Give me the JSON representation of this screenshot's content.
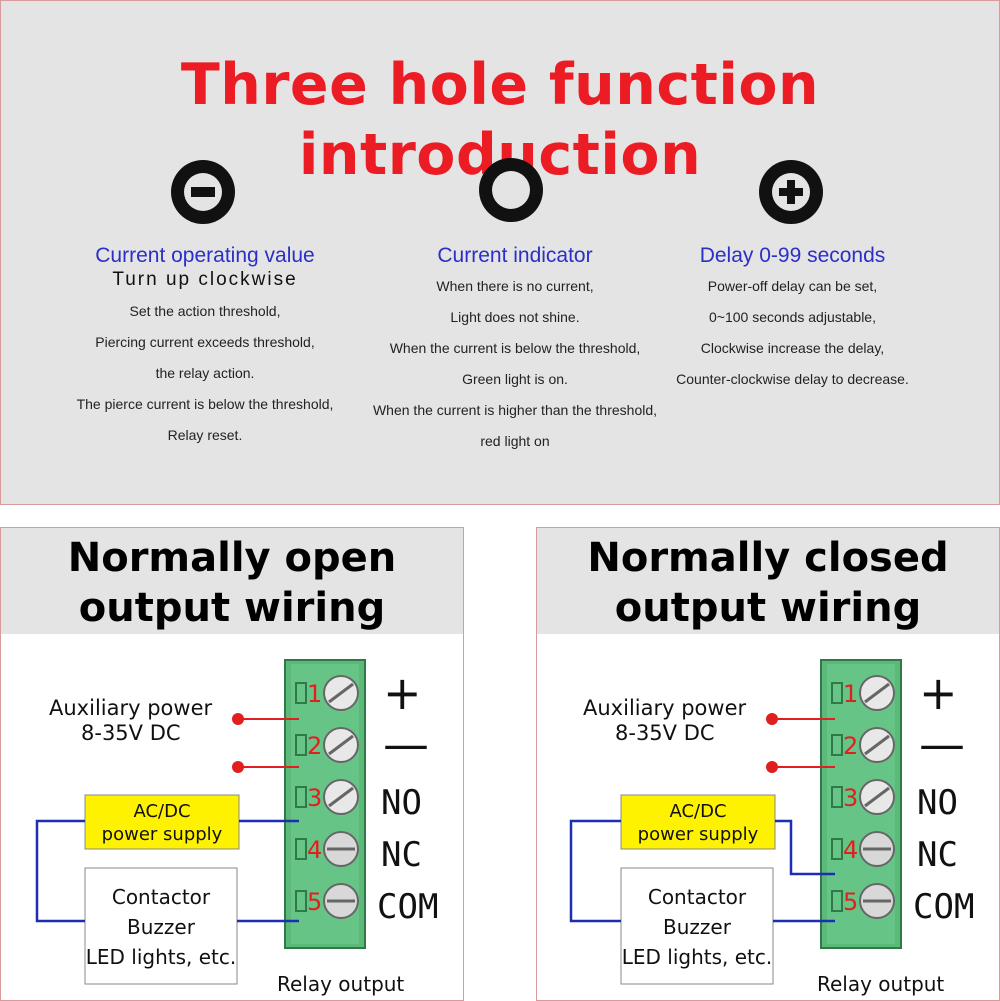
{
  "title": "Three hole function introduction",
  "knobs": [
    {
      "icon": "minus-knob-icon",
      "glyph": "−"
    },
    {
      "icon": "circle-knob-icon",
      "glyph": ""
    },
    {
      "icon": "plus-knob-icon",
      "glyph": "+"
    }
  ],
  "columns": [
    {
      "heading": "Current operating value",
      "subheading": "Turn up clockwise",
      "lines": [
        "Set the action threshold,",
        "Piercing current exceeds threshold,",
        "the relay action.",
        "The pierce current is below the threshold,",
        "Relay reset."
      ]
    },
    {
      "heading": "Current indicator",
      "lines": [
        "When there is no current,",
        "Light does not shine.",
        "When the current is below the threshold,",
        "Green light is on.",
        "When the current is higher than the threshold,",
        "red light on"
      ]
    },
    {
      "heading": "Delay 0-99 seconds",
      "lines": [
        "Power-off delay can be set,",
        "0~100 seconds adjustable,",
        "Clockwise increase the delay,",
        "Counter-clockwise delay to decrease."
      ]
    }
  ],
  "wiring": {
    "normally_open": {
      "title_line1": "Normally open",
      "title_line2": "output wiring"
    },
    "normally_closed": {
      "title_line1": "Normally closed",
      "title_line2": "output wiring"
    },
    "aux_line1": "Auxiliary power",
    "aux_line2": "8-35V DC",
    "supply_line1": "AC/DC",
    "supply_line2": "power supply",
    "load_line1": "Contactor",
    "load_line2": "Buzzer",
    "load_line3": "LED lights, etc.",
    "relay_output": "Relay output",
    "terminal_numbers": [
      "1",
      "2",
      "3",
      "4",
      "5"
    ],
    "terminal_labels": [
      "+",
      "—",
      "NO",
      "NC",
      "COM"
    ]
  },
  "colors": {
    "title_red": "#ec1c24",
    "heading_blue": "#2b2fc8",
    "terminal_green": "#5cb97a",
    "supply_yellow": "#fff200",
    "wire_blue": "#1c2fb3",
    "wire_red": "#e02020"
  }
}
